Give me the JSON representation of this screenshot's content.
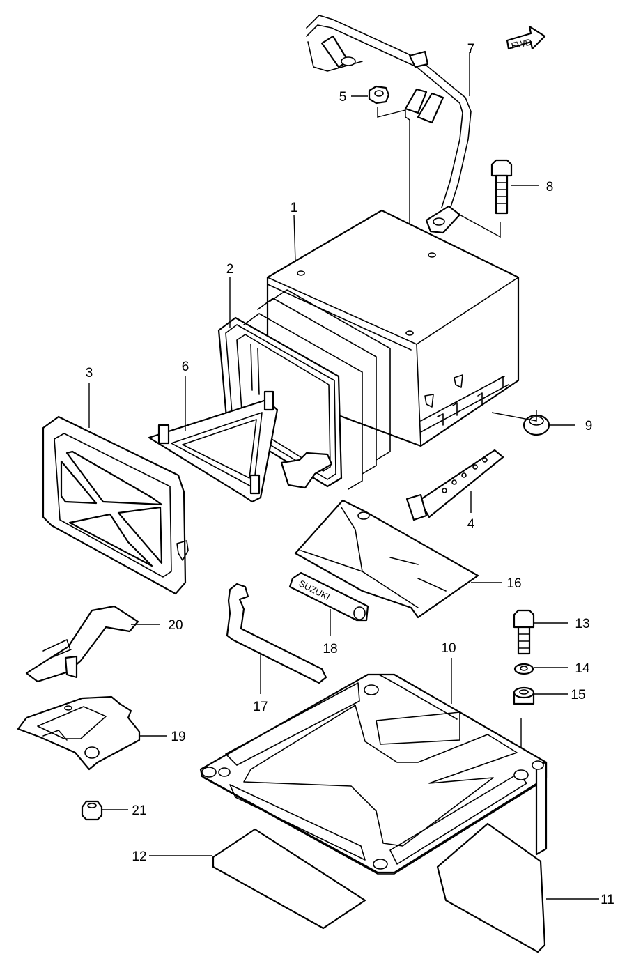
{
  "diagram": {
    "direction_marker": "FWD",
    "tool_stamp": "SUZUKI",
    "callouts": [
      "1",
      "2",
      "3",
      "4",
      "5",
      "6",
      "7",
      "8",
      "9",
      "10",
      "11",
      "12",
      "13",
      "14",
      "15",
      "16",
      "17",
      "18",
      "19",
      "20",
      "21"
    ]
  }
}
